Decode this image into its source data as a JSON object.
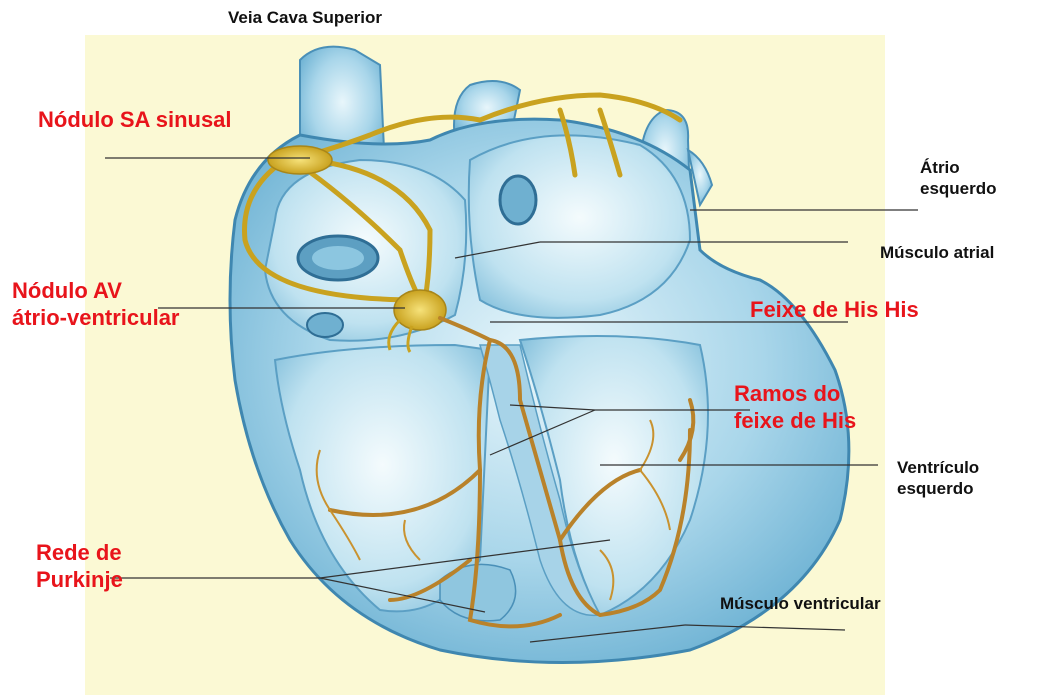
{
  "colors": {
    "red_label": "#e8141b",
    "black_label": "#111111",
    "panel": "#fbf9d4",
    "heart_blue": "#9fd0e6",
    "heart_dark": "#3f87b0",
    "conduction": "#c9a21f",
    "purkinje": "#b9822a"
  },
  "labels": {
    "superior_vena_cava": "Veia Cava Superior",
    "sa_node": "Nódulo SA sinusal",
    "av_node_line1": "Nódulo AV",
    "av_node_line2": "átrio-ventricular",
    "left_atrium_line1": "Átrio",
    "left_atrium_line2": "esquerdo",
    "atrial_muscle": "Músculo atrial",
    "his_bundle": "Feixe de His His",
    "bundle_branches_line1": "Ramos do",
    "bundle_branches_line2": "feixe de His",
    "left_ventricle_line1": "Ventrículo",
    "left_ventricle_line2": "esquerdo",
    "purkinje_line1": "Rede de",
    "purkinje_line2": "Purkinje",
    "ventricular_muscle": "Músculo ventricular"
  }
}
